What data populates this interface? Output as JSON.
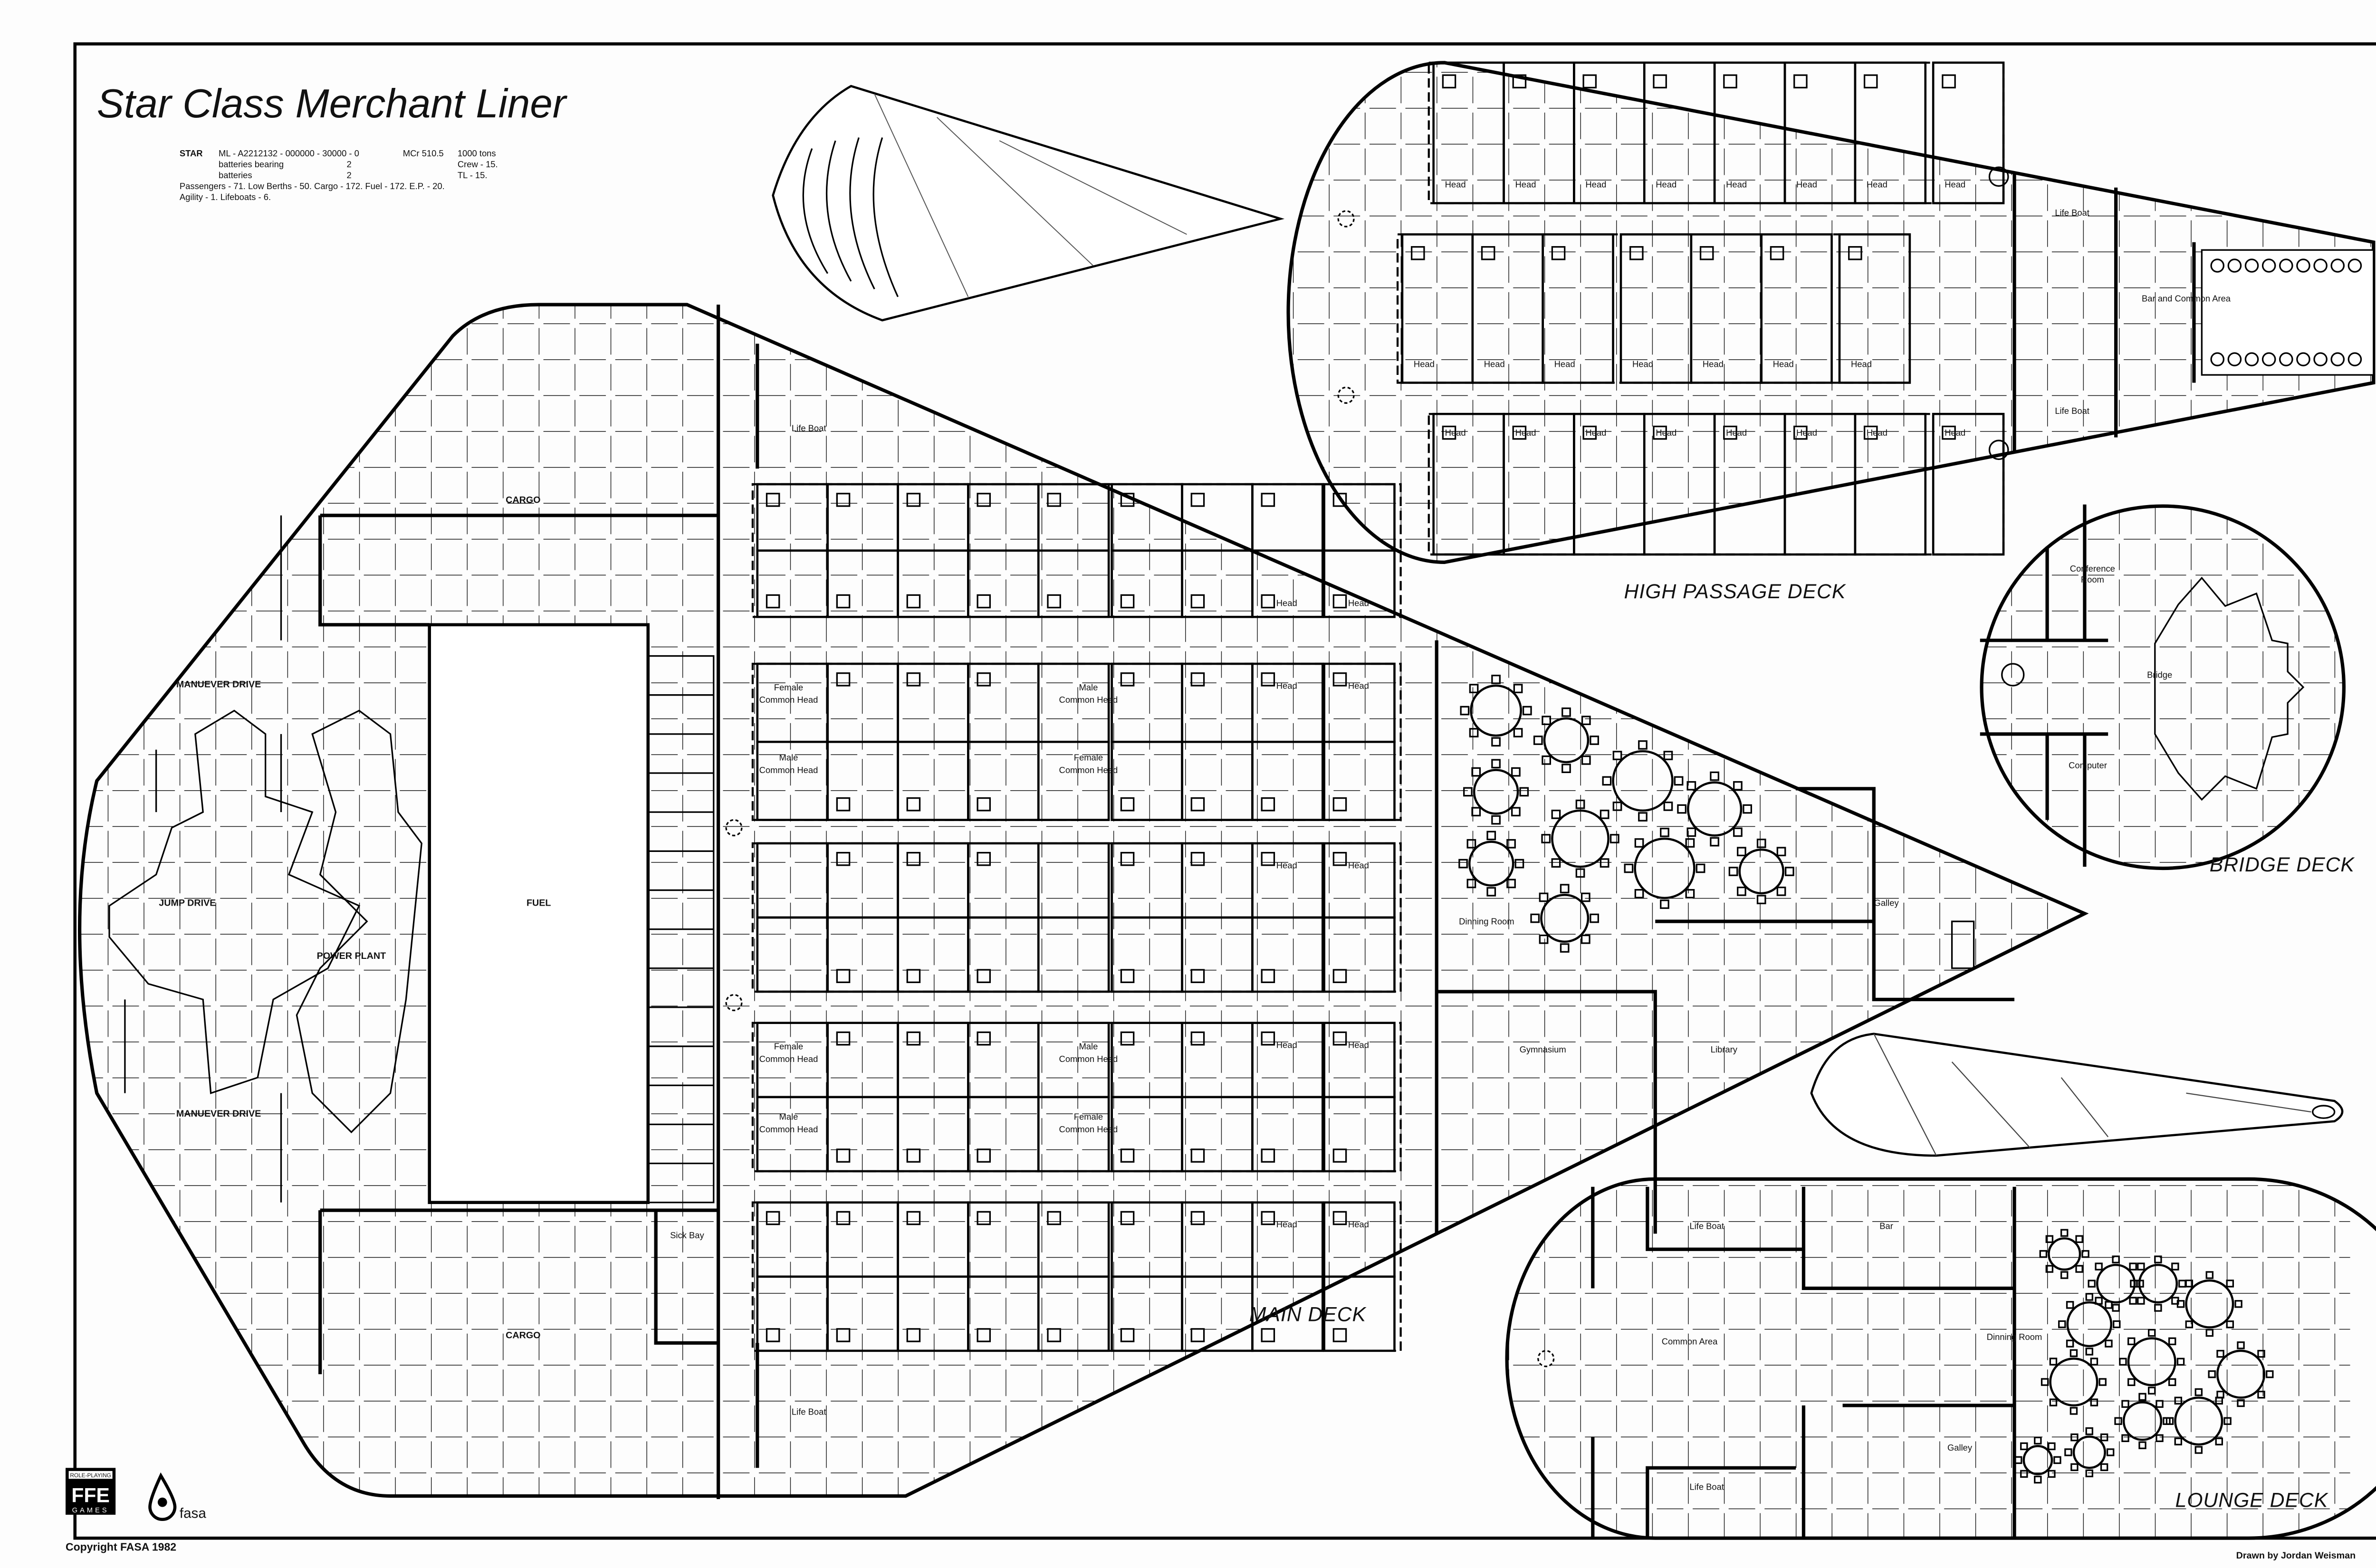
{
  "title": "Star Class Merchant Liner",
  "stats": {
    "line1": [
      "STAR",
      "ML - A2212132 - 000000 - 30000 - 0",
      "MCr 510.5",
      "1000 tons"
    ],
    "line2": [
      "batteries bearing",
      "2",
      "Crew - 15."
    ],
    "line3": [
      "batteries",
      "2",
      "TL - 15."
    ],
    "line4": "Passengers - 71.  Low Berths - 50.  Cargo - 172.  Fuel - 172.  E.P. - 20.",
    "line5": "Agility - 1.  Lifeboats - 6."
  },
  "decks": {
    "main": "MAIN DECK",
    "high_passage": "HIGH PASSAGE DECK",
    "bridge": "BRIDGE DECK",
    "lounge": "LOUNGE DECK"
  },
  "main_deck": {
    "cargo_top": "CARGO",
    "cargo_bottom": "CARGO",
    "maneuver_drive_top": "MANUEVER DRIVE",
    "maneuver_drive_bottom": "MANUEVER DRIVE",
    "jump_drive": "JUMP DRIVE",
    "power_plant": "POWER PLANT",
    "fuel": "FUEL",
    "life_boat_top": "Life Boat",
    "life_boat_bottom": "Life Boat",
    "sick_bay": "Sick Bay",
    "female_head_1": [
      "Female",
      "Common Head"
    ],
    "male_head_1": [
      "Male",
      "Common Head"
    ],
    "male_head_2": [
      "Male",
      "Common Head"
    ],
    "female_head_2": [
      "Female",
      "Common Head"
    ],
    "female_head_3": [
      "Female",
      "Common Head"
    ],
    "male_head_3": [
      "Male",
      "Common Head"
    ],
    "male_head_4": [
      "Male",
      "Common Head"
    ],
    "female_head_4": [
      "Female",
      "Common Head"
    ],
    "dining_room": "Dinning Room",
    "galley": "Galley",
    "gymnasium": "Gymnasium",
    "library": "Library",
    "head": "Head"
  },
  "high_passage_deck": {
    "life_boat_top": "Life Boat",
    "life_boat_bottom": "Life Boat",
    "bar": "Bar and Common Area",
    "head": "Head"
  },
  "bridge_deck": {
    "conference": [
      "Conference",
      "Room"
    ],
    "bridge": "Bridge",
    "computer": "Computer"
  },
  "lounge_deck": {
    "life_boat_top": "Life Boat",
    "life_boat_bottom": "Life Boat",
    "bar": "Bar",
    "common_area": "Common Area",
    "dining_room": "Dinning Room",
    "galley": "Galley"
  },
  "footer": {
    "copyright": "Copyright FASA 1982",
    "credit": "Drawn by Jordan Weisman",
    "ffe_logo": [
      "ROLE-PLAYING",
      "FFE",
      "GAMES"
    ],
    "fasa_logo": "fasa"
  }
}
